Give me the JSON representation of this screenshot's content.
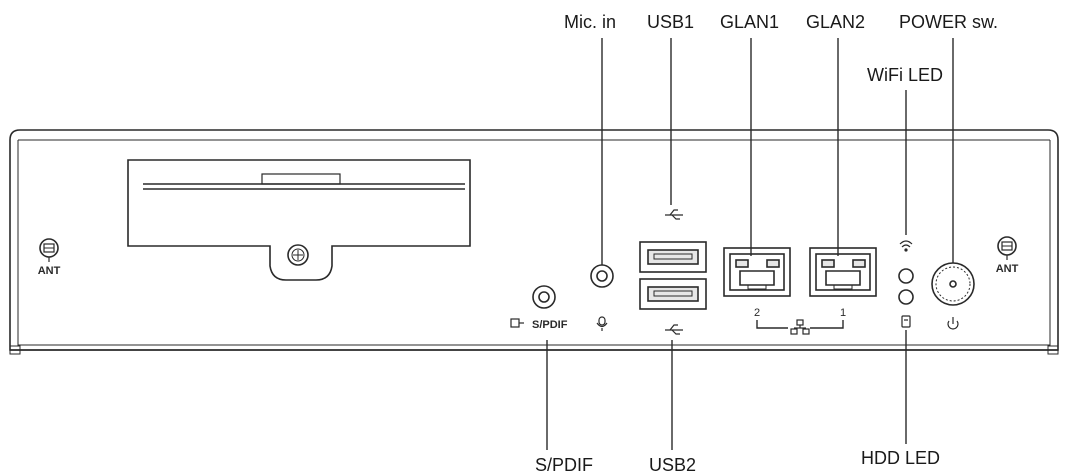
{
  "callouts": {
    "mic_in": "Mic. in",
    "usb1": "USB1",
    "glan1": "GLAN1",
    "glan2": "GLAN2",
    "power_sw": "POWER sw.",
    "wifi_led": "WiFi LED",
    "spdif": "S/PDIF",
    "usb2": "USB2",
    "hdd_led": "HDD LED"
  },
  "panel": {
    "ant_left": "ANT",
    "ant_right": "ANT",
    "spdif_label": "S/PDIF",
    "lan_num_left": "2",
    "lan_num_right": "1"
  },
  "colors": {
    "line": "#2a2a2a",
    "port_fill": "#e6e6e6"
  }
}
